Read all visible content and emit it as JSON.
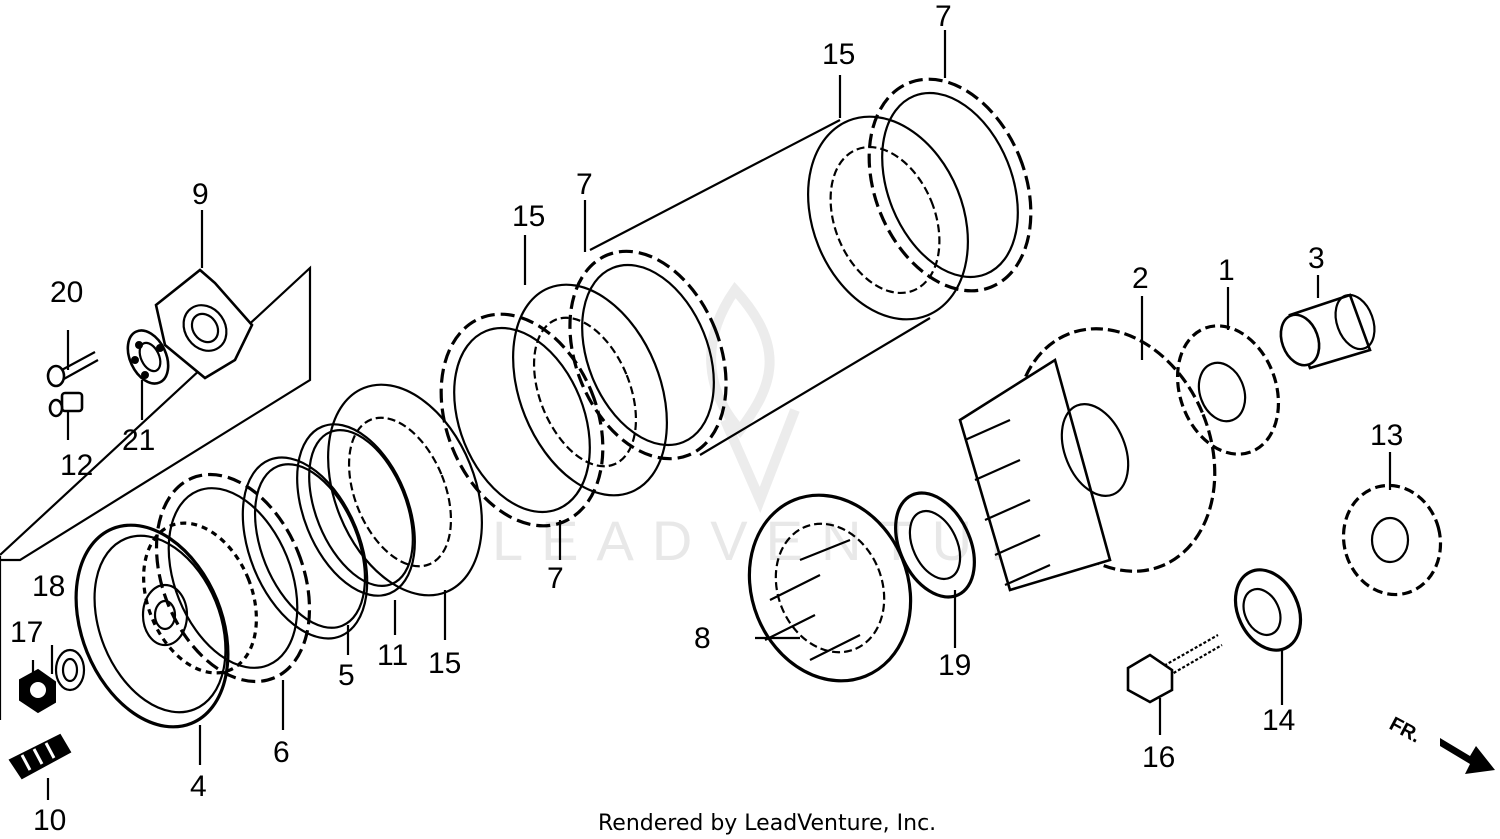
{
  "callouts": {
    "c1": "1",
    "c2": "2",
    "c3": "3",
    "c4": "4",
    "c5": "5",
    "c6": "6",
    "c7a": "7",
    "c7b": "7",
    "c7c": "7",
    "c8": "8",
    "c9": "9",
    "c10": "10",
    "c11": "11",
    "c12": "12",
    "c13": "13",
    "c14": "14",
    "c15a": "15",
    "c15b": "15",
    "c15c": "15",
    "c16": "16",
    "c17": "17",
    "c18": "18",
    "c19": "19",
    "c20": "20",
    "c21": "21"
  },
  "direction_marker": "FR.",
  "watermark": "LEADVENTURE",
  "credit": "Rendered by LeadVenture, Inc."
}
